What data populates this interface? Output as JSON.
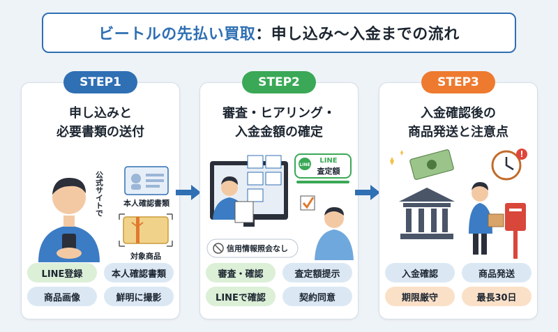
{
  "title": {
    "highlight": "ビートルの先払い買取",
    "rest": "：申し込み〜入金までの流れ"
  },
  "steps": [
    {
      "label": "STEP1",
      "title_line1": "申し込みと",
      "title_line2": "必要書類の送付",
      "side_label": "公式サイトで",
      "doc_label": "本人確認書類",
      "item_label": "対象商品",
      "tags": [
        "LINE登録",
        "本人確認書類",
        "商品画像",
        "鮮明に撮影"
      ]
    },
    {
      "label": "STEP2",
      "title_line1": "審査・ヒアリング・",
      "title_line2": "入金金額の確定",
      "line_word": "LINE",
      "bubble_text": "査定額",
      "notice": "信用情報照会なし",
      "tags": [
        "審査・確認",
        "査定額提示",
        "LINEで確認",
        "契約同意"
      ]
    },
    {
      "label": "STEP3",
      "title_line1": "入金確認後の",
      "title_line2": "商品発送と注意点",
      "tags": [
        "入金確認",
        "商品発送",
        "期限厳守",
        "最長30日"
      ]
    }
  ],
  "colors": {
    "title_border": "#2f6fb3",
    "step1": "#2f6fb3",
    "step2": "#3aa856",
    "step3": "#ee7a2f",
    "tag_green": "#dcefd7",
    "tag_blue": "#dbe8f4",
    "tag_orange": "#fbe0c8",
    "arrow": "#2f6fb3"
  }
}
